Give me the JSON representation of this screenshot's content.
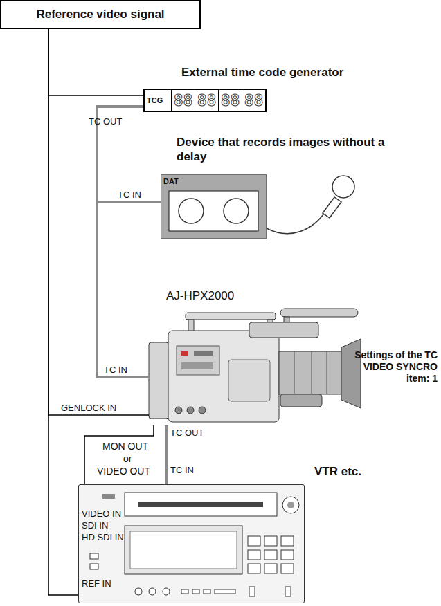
{
  "diagram": {
    "nodes": [
      {
        "text": [
          "Reference video signal"
        ]
      },
      {
        "text": [
          "External time code generator",
          "TCG",
          "88",
          "88",
          "88",
          "88"
        ]
      },
      {
        "text": [
          "Device that records images without a delay",
          "DAT"
        ]
      },
      {
        "text": [
          "AJ-HPX2000"
        ]
      },
      {
        "text": [
          "VTR etc."
        ]
      }
    ],
    "edges": [
      {
        "from": 0,
        "to": 1,
        "arrow": "none"
      },
      {
        "from": 0,
        "to": 3,
        "arrow": "none"
      },
      {
        "from": 0,
        "to": 4,
        "arrow": "none"
      },
      {
        "from": 1,
        "to": 2,
        "arrow": "none"
      },
      {
        "from": 1,
        "to": 3,
        "arrow": "none"
      },
      {
        "from": 3,
        "to": 4,
        "arrow": "none"
      },
      {
        "from": 3,
        "to": 4,
        "arrow": "none"
      }
    ],
    "labels": [
      "TC OUT",
      "TC IN",
      "Settings of the TC VIDEO SYNCRO item: 1",
      "TC IN",
      "GENLOCK IN",
      "TC OUT",
      "MON OUT",
      "or",
      "VIDEO OUT",
      "TC IN",
      "VIDEO IN",
      "SDI IN",
      "HD SDI IN",
      "REF IN"
    ]
  }
}
